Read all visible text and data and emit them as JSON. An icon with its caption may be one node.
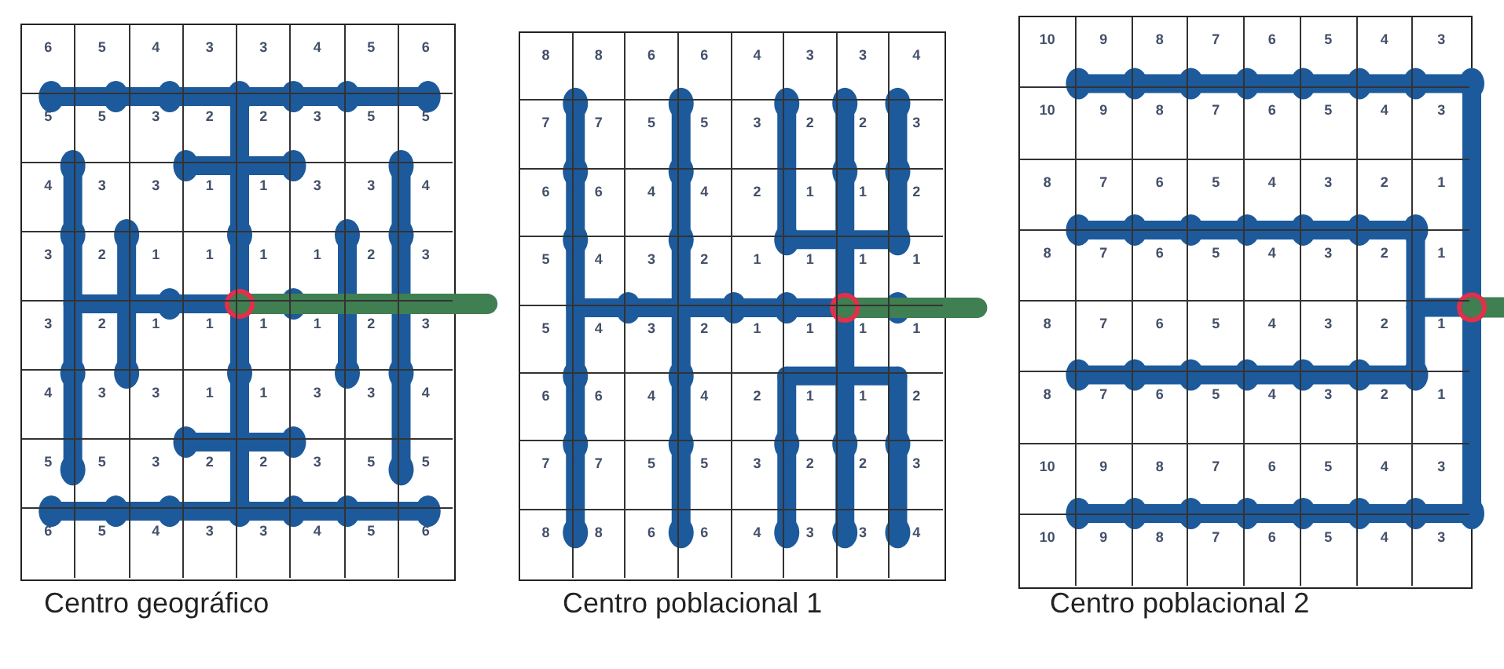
{
  "diagram": {
    "labels": [
      "6",
      "5",
      "4",
      "3",
      "3",
      "4",
      "5",
      "6",
      "5",
      "5",
      "3",
      "2",
      "2",
      "3",
      "5",
      "5",
      "4",
      "3",
      "3",
      "1",
      "1",
      "3",
      "3",
      "4",
      "3",
      "2",
      "1",
      "1",
      "1",
      "1",
      "2",
      "3",
      "3",
      "2",
      "1",
      "1",
      "1",
      "1",
      "2",
      "3",
      "4",
      "3",
      "3",
      "1",
      "1",
      "3",
      "3",
      "4",
      "5",
      "5",
      "3",
      "2",
      "2",
      "3",
      "5",
      "5",
      "6",
      "5",
      "4",
      "3",
      "3",
      "4",
      "5",
      "6",
      "8",
      "8",
      "6",
      "6",
      "4",
      "3",
      "3",
      "4",
      "7",
      "7",
      "5",
      "5",
      "3",
      "2",
      "2",
      "3",
      "6",
      "6",
      "4",
      "4",
      "2",
      "1",
      "1",
      "2",
      "5",
      "4",
      "3",
      "2",
      "1",
      "1",
      "1",
      "1",
      "5",
      "4",
      "3",
      "2",
      "1",
      "1",
      "1",
      "1",
      "6",
      "6",
      "4",
      "4",
      "2",
      "1",
      "1",
      "2",
      "7",
      "7",
      "5",
      "5",
      "3",
      "2",
      "2",
      "3",
      "8",
      "8",
      "6",
      "6",
      "4",
      "3",
      "3",
      "4",
      "10",
      "9",
      "8",
      "7",
      "6",
      "5",
      "4",
      "3",
      "10",
      "9",
      "8",
      "7",
      "6",
      "5",
      "4",
      "3",
      "8",
      "7",
      "6",
      "5",
      "4",
      "3",
      "2",
      "1",
      "8",
      "7",
      "6",
      "5",
      "4",
      "3",
      "2",
      "1",
      "8",
      "7",
      "6",
      "5",
      "4",
      "3",
      "2",
      "1",
      "8",
      "7",
      "6",
      "5",
      "4",
      "3",
      "2",
      "1",
      "10",
      "9",
      "8",
      "7",
      "6",
      "5",
      "4",
      "3",
      "10",
      "9",
      "8",
      "7",
      "6",
      "5",
      "4",
      "3",
      "Centro geográfico",
      "Centro poblacional 1",
      "Centro poblacional 2"
    ]
  }
}
